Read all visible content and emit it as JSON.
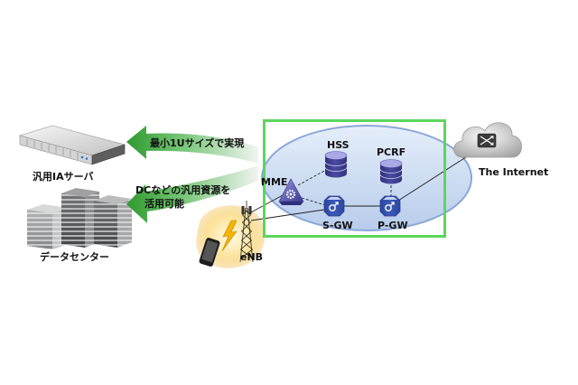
{
  "diagram": {
    "server": {
      "label": "汎用IAサーバ",
      "icon": "rack-server-icon"
    },
    "datacenter": {
      "label": "データセンター",
      "icon": "datacenter-buildings-icon"
    },
    "arrow_compact": {
      "label": "最小1Uサイズで実現",
      "icon": "arrow-left-icon"
    },
    "arrow_resources": {
      "label_lines": [
        "DCなどの汎用資源を",
        "活用可能"
      ],
      "icon": "arrow-left-icon"
    },
    "epc": {
      "hss": {
        "label": "HSS",
        "icon": "database-icon"
      },
      "pcrf": {
        "label": "PCRF",
        "icon": "database-icon"
      },
      "mme": {
        "label": "MME",
        "icon": "mme-gear-icon"
      },
      "sgw": {
        "label": "S-GW",
        "icon": "gateway-router-icon"
      },
      "pgw": {
        "label": "P-GW",
        "icon": "gateway-router-icon"
      }
    },
    "internet": {
      "label": "The Internet",
      "icon": "cloud-icon"
    },
    "enb": {
      "label": "eNB",
      "icons": [
        "cell-tower-icon",
        "smartphone-icon",
        "lightning-icon"
      ]
    }
  },
  "colors": {
    "frame_green": "#5cd65c",
    "arrow_green": "#2e9a2e",
    "ellipse_stroke": "#8aa8d8",
    "database_blue": "#4a4aa0",
    "gateway_blue": "#3c5ab8"
  }
}
